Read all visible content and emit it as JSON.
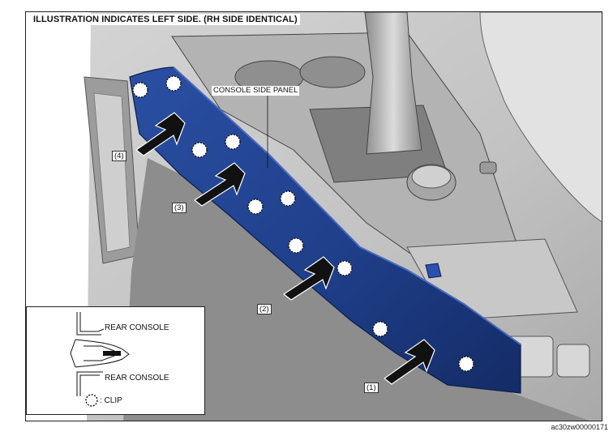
{
  "header": {
    "caption": "ILLUSTRATION INDICATES LEFT SIDE. (RH SIDE IDENTICAL)"
  },
  "labels": {
    "console_side_panel": "CONSOLE SIDE PANEL"
  },
  "steps": [
    "(1)",
    "(2)",
    "(3)",
    "(4)"
  ],
  "legend": {
    "rear_console_top": "REAR CONSOLE",
    "rear_console_bottom": "REAR CONSOLE",
    "clip": ": CLIP"
  },
  "footer": {
    "document_id": "ac30zw00000171"
  },
  "colors": {
    "panel": "#1f3f8a",
    "panel_dark": "#142c66",
    "scene_gray": "#bfbfbf"
  }
}
